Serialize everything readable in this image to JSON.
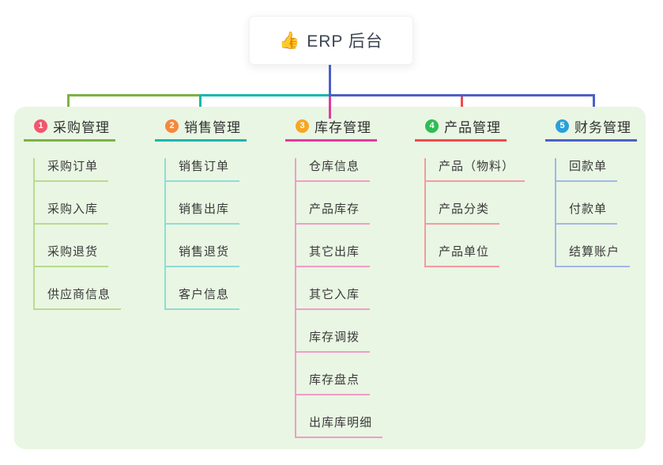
{
  "root": {
    "title": "ERP 后台",
    "emoji": "👍",
    "connector_color": "#4a61c8"
  },
  "panel": {
    "background": "#e9f6e3"
  },
  "branches": [
    {
      "index": "1",
      "label": "采购管理",
      "badge_color": "#f2566e",
      "line_color": "#7cb342",
      "light_color": "#b9da90",
      "children": [
        "采购订单",
        "采购入库",
        "采购退货",
        "供应商信息"
      ]
    },
    {
      "index": "2",
      "label": "销售管理",
      "badge_color": "#f6883c",
      "line_color": "#14b8ae",
      "light_color": "#8edcd5",
      "children": [
        "销售订单",
        "销售出库",
        "销售退货",
        "客户信息"
      ]
    },
    {
      "index": "3",
      "label": "库存管理",
      "badge_color": "#f6a723",
      "line_color": "#e23a9d",
      "light_color": "#f29cc9",
      "children": [
        "仓库信息",
        "产品库存",
        "其它出库",
        "其它入库",
        "库存调拨",
        "库存盘点",
        "出库库明细"
      ]
    },
    {
      "index": "4",
      "label": "产品管理",
      "badge_color": "#2ebd55",
      "line_color": "#f14b4d",
      "light_color": "#f59aa0",
      "children": [
        "产品（物料）",
        "产品分类",
        "产品单位"
      ]
    },
    {
      "index": "5",
      "label": "财务管理",
      "badge_color": "#2ba0d9",
      "line_color": "#4a61c8",
      "light_color": "#a3b6e9",
      "children": [
        "回款单",
        "付款单",
        "结算账户"
      ]
    }
  ]
}
